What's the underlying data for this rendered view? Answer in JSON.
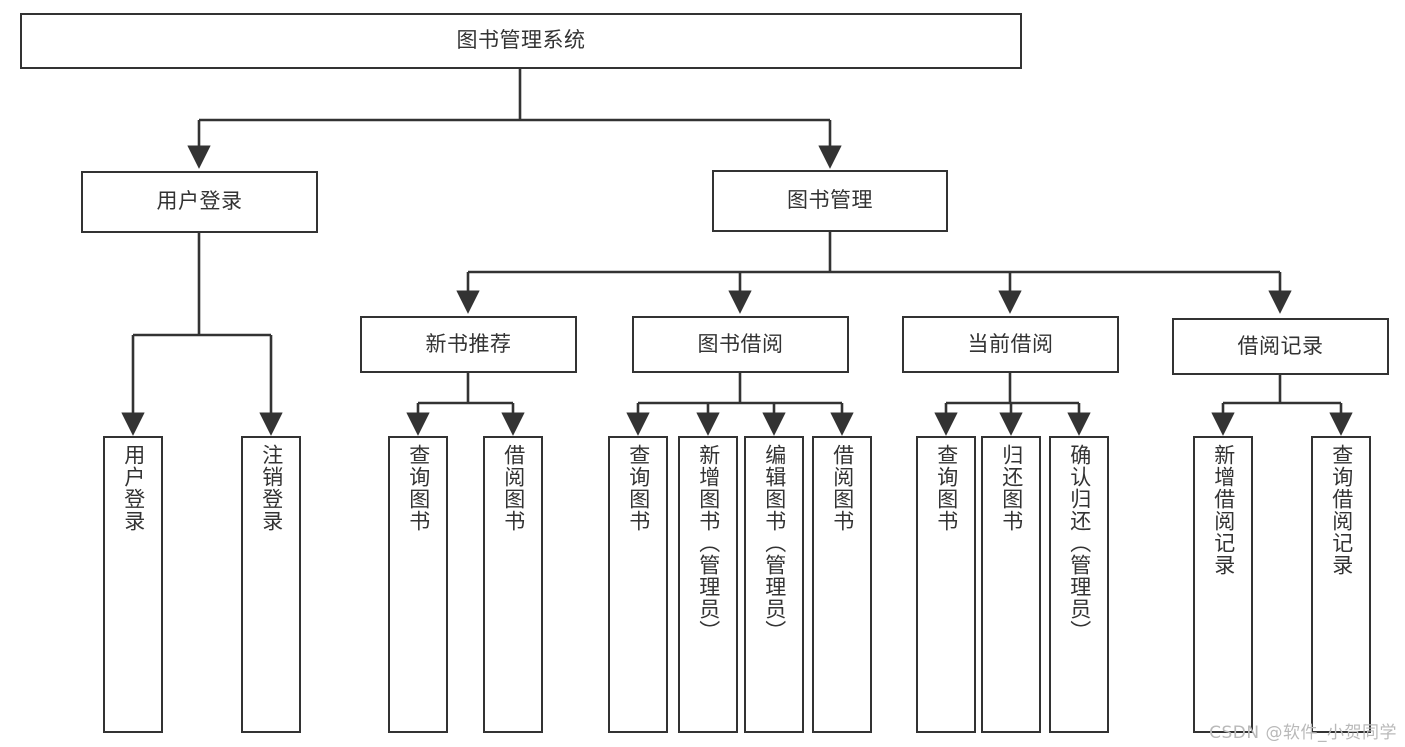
{
  "diagram": {
    "type": "tree-hierarchy",
    "title": "图书管理系统",
    "watermark": "CSDN @软件_小贺同学",
    "colors": {
      "stroke": "#333333",
      "fill": "#ffffff",
      "text": "#333333",
      "watermark": "#b9b9b9"
    },
    "nodes": {
      "root": {
        "label": "图书管理系统",
        "orientation": "horizontal",
        "level": 1
      },
      "n_user_login": {
        "label": "用户登录",
        "orientation": "horizontal",
        "level": 2
      },
      "n_book_mgmt": {
        "label": "图书管理",
        "orientation": "horizontal",
        "level": 2
      },
      "n_new_book_rec": {
        "label": "新书推荐",
        "orientation": "horizontal",
        "level": 3
      },
      "n_book_borrow": {
        "label": "图书借阅",
        "orientation": "horizontal",
        "level": 3
      },
      "n_current_borrow": {
        "label": "当前借阅",
        "orientation": "horizontal",
        "level": 3
      },
      "n_borrow_record": {
        "label": "借阅记录",
        "orientation": "horizontal",
        "level": 3
      },
      "l_user_login": {
        "label": "用户登录",
        "orientation": "vertical",
        "level": 4
      },
      "l_logout": {
        "label": "注销登录",
        "orientation": "vertical",
        "level": 4
      },
      "l_query_book_1": {
        "label": "查询图书",
        "orientation": "vertical",
        "level": 4
      },
      "l_borrow_book_1": {
        "label": "借阅图书",
        "orientation": "vertical",
        "level": 4
      },
      "l_query_book_2": {
        "label": "查询图书",
        "orientation": "vertical",
        "level": 4
      },
      "l_add_book": {
        "label": "新增图书（管理员）",
        "orientation": "vertical",
        "level": 4
      },
      "l_edit_book": {
        "label": "编辑图书（管理员）",
        "orientation": "vertical",
        "level": 4
      },
      "l_borrow_book_2": {
        "label": "借阅图书",
        "orientation": "vertical",
        "level": 4
      },
      "l_query_book_3": {
        "label": "查询图书",
        "orientation": "vertical",
        "level": 4
      },
      "l_return_book": {
        "label": "归还图书",
        "orientation": "vertical",
        "level": 4
      },
      "l_confirm_return": {
        "label": "确认归还（管理员）",
        "orientation": "vertical",
        "level": 4
      },
      "l_add_record": {
        "label": "新增借阅记录",
        "orientation": "vertical",
        "level": 4
      },
      "l_query_record": {
        "label": "查询借阅记录",
        "orientation": "vertical",
        "level": 4
      }
    },
    "edges": [
      {
        "from": "root",
        "to": "n_user_login"
      },
      {
        "from": "root",
        "to": "n_book_mgmt"
      },
      {
        "from": "n_user_login",
        "to": "l_user_login"
      },
      {
        "from": "n_user_login",
        "to": "l_logout"
      },
      {
        "from": "n_book_mgmt",
        "to": "n_new_book_rec"
      },
      {
        "from": "n_book_mgmt",
        "to": "n_book_borrow"
      },
      {
        "from": "n_book_mgmt",
        "to": "n_current_borrow"
      },
      {
        "from": "n_book_mgmt",
        "to": "n_borrow_record"
      },
      {
        "from": "n_new_book_rec",
        "to": "l_query_book_1"
      },
      {
        "from": "n_new_book_rec",
        "to": "l_borrow_book_1"
      },
      {
        "from": "n_book_borrow",
        "to": "l_query_book_2"
      },
      {
        "from": "n_book_borrow",
        "to": "l_add_book"
      },
      {
        "from": "n_book_borrow",
        "to": "l_edit_book"
      },
      {
        "from": "n_book_borrow",
        "to": "l_borrow_book_2"
      },
      {
        "from": "n_current_borrow",
        "to": "l_query_book_3"
      },
      {
        "from": "n_current_borrow",
        "to": "l_return_book"
      },
      {
        "from": "n_current_borrow",
        "to": "l_confirm_return"
      },
      {
        "from": "n_borrow_record",
        "to": "l_add_record"
      },
      {
        "from": "n_borrow_record",
        "to": "l_query_record"
      }
    ]
  }
}
